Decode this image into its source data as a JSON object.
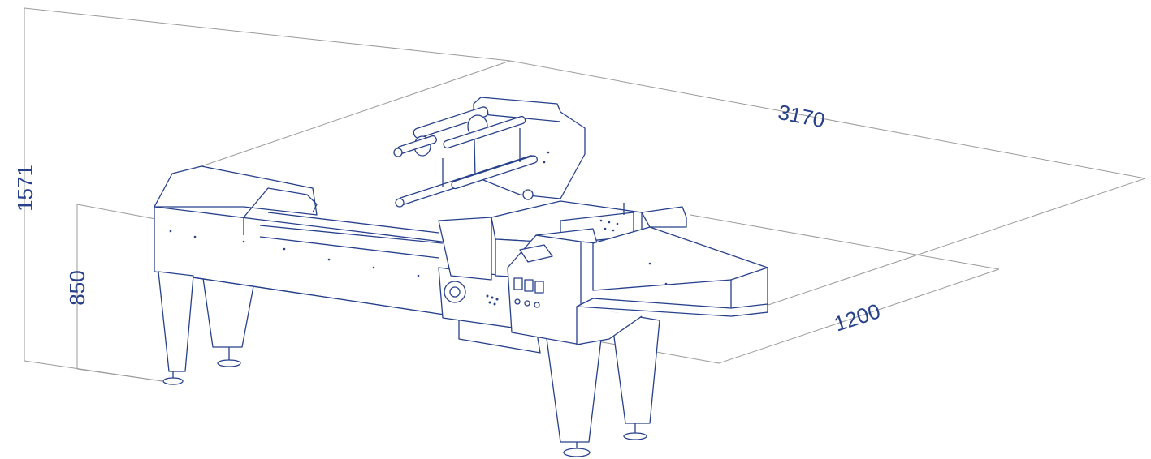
{
  "dimensions": {
    "height_total": "1571",
    "height_table": "850",
    "length": "3170",
    "width": "1200"
  },
  "colors": {
    "line": "#27408b",
    "dimension_line": "#9a9a9a",
    "background": "#ffffff"
  }
}
